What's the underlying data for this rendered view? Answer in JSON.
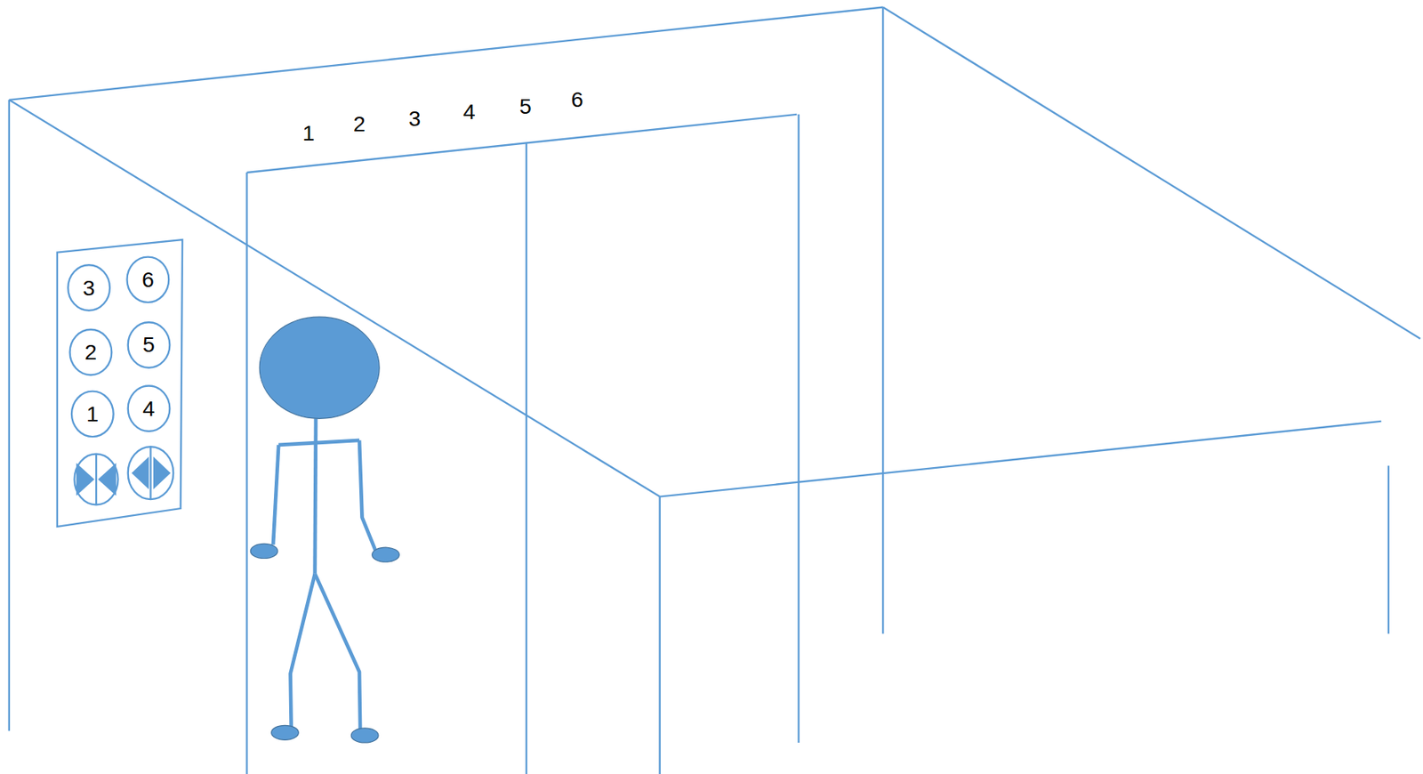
{
  "diagram": {
    "nodes": [
      {
        "text": [
          "3"
        ]
      },
      {
        "text": [
          "6"
        ]
      },
      {
        "text": [
          "2"
        ]
      },
      {
        "text": [
          "5"
        ]
      },
      {
        "text": [
          "1"
        ]
      },
      {
        "text": [
          "4"
        ]
      }
    ],
    "labels": [
      "1",
      "2",
      "3",
      "4",
      "5",
      "6"
    ]
  }
}
